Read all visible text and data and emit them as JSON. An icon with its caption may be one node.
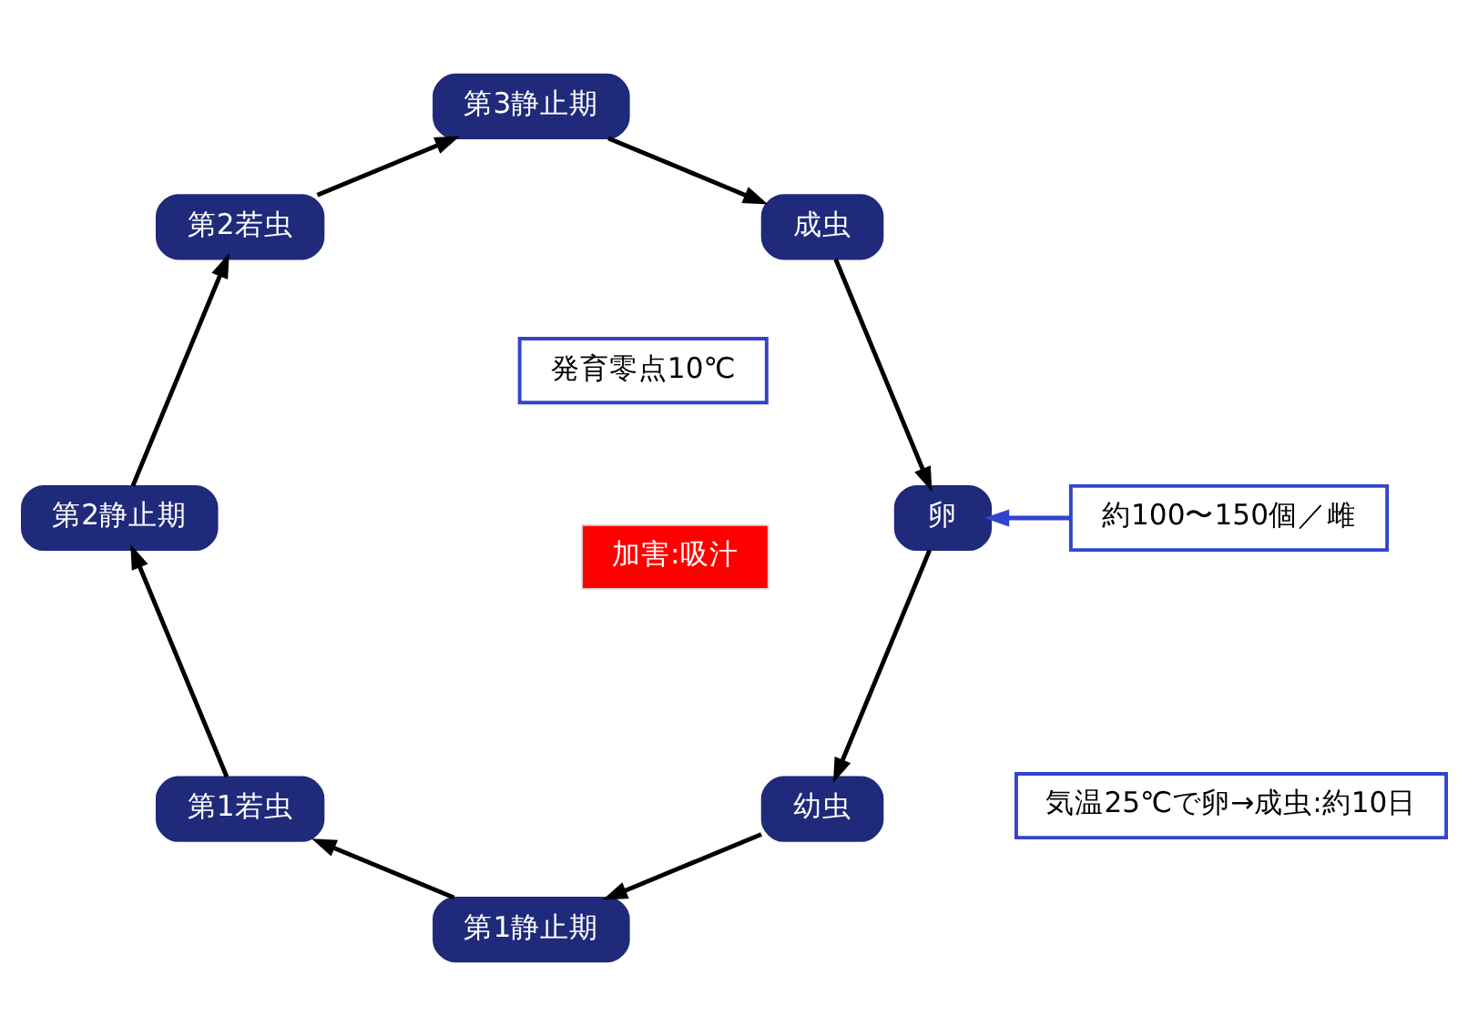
{
  "diagram": {
    "nodes": [
      {
        "text": [
          "卵"
        ]
      },
      {
        "text": [
          "幼虫"
        ]
      },
      {
        "text": [
          "第1静止期"
        ]
      },
      {
        "text": [
          "第1若虫"
        ]
      },
      {
        "text": [
          "第2静止期"
        ]
      },
      {
        "text": [
          "第2若虫"
        ]
      },
      {
        "text": [
          "第3静止期"
        ]
      },
      {
        "text": [
          "成虫"
        ]
      },
      {
        "text": [
          "気温25℃で卵→成虫:約10日"
        ]
      },
      {
        "text": [
          "約100〜150個／雌"
        ]
      },
      {
        "text": [
          "加害:吸汁"
        ]
      },
      {
        "text": [
          "発育零点10℃"
        ]
      }
    ],
    "edges": [
      {
        "from": 0,
        "to": 1,
        "arrow": "to"
      },
      {
        "from": 1,
        "to": 2,
        "arrow": "to"
      },
      {
        "from": 2,
        "to": 3,
        "arrow": "to"
      },
      {
        "from": 3,
        "to": 4,
        "arrow": "to"
      },
      {
        "from": 4,
        "to": 5,
        "arrow": "to"
      },
      {
        "from": 5,
        "to": 6,
        "arrow": "to"
      },
      {
        "from": 6,
        "to": 7,
        "arrow": "to"
      },
      {
        "from": 7,
        "to": 0,
        "arrow": "to"
      },
      {
        "from": 9,
        "to": 0,
        "arrow": "to",
        "color": "#3344cc"
      }
    ]
  }
}
